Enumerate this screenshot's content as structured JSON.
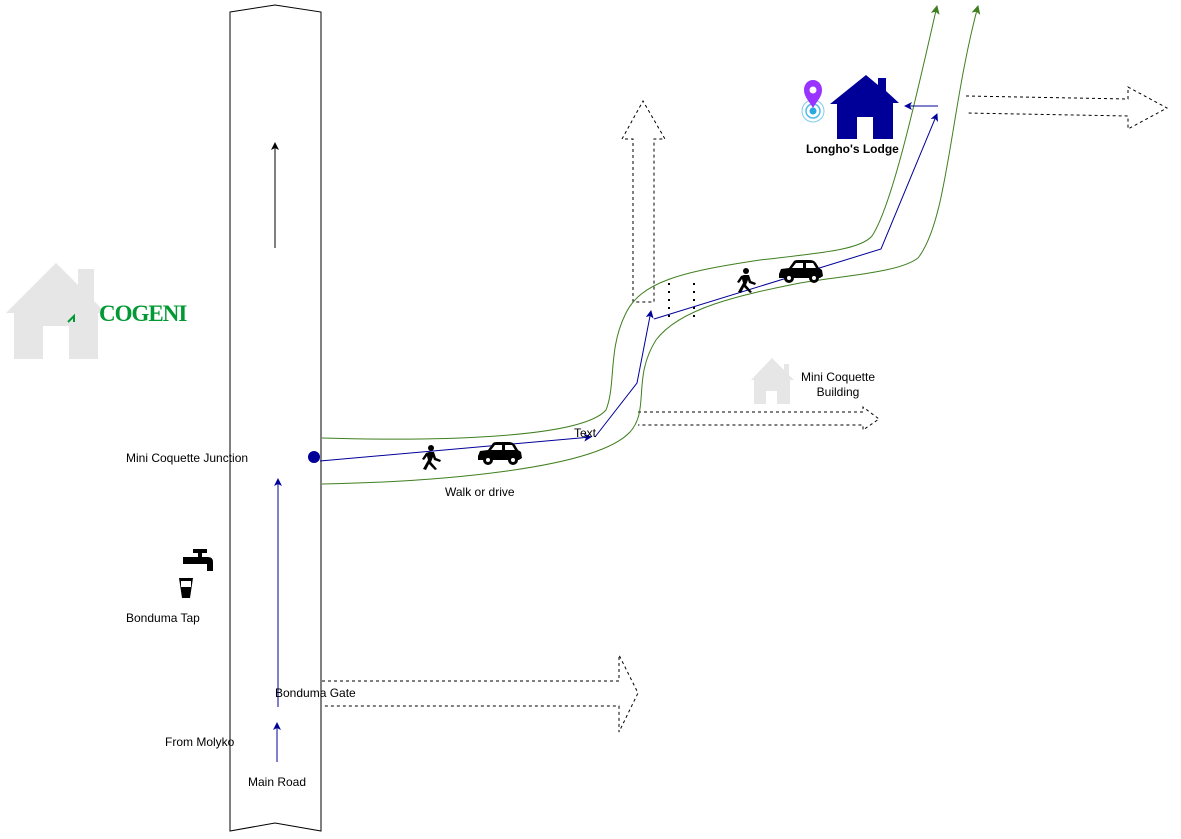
{
  "labels": {
    "junction": "Mini Coquette Junction",
    "tap": "Bonduma Tap",
    "gate": "Bonduma Gate",
    "from": "From Molyko",
    "main_road": "Main Road",
    "walk": "Walk or drive",
    "text": "Text",
    "lodge": "Longho's Lodge",
    "building_line1": "Mini Coquette",
    "building_line2": "Building",
    "logo": "COGENI"
  },
  "icons": [
    "house-icon",
    "tap-icon",
    "walker-icon",
    "car-icon",
    "location-pin-icon"
  ],
  "colors": {
    "road_edge": "#3f7f1f",
    "route": "#000099",
    "lodge_house": "#000099",
    "pin": "#9933ff",
    "pin_glow": "#29a9e0",
    "ghost_house": "#e6e6e6",
    "logo": "#009933"
  }
}
